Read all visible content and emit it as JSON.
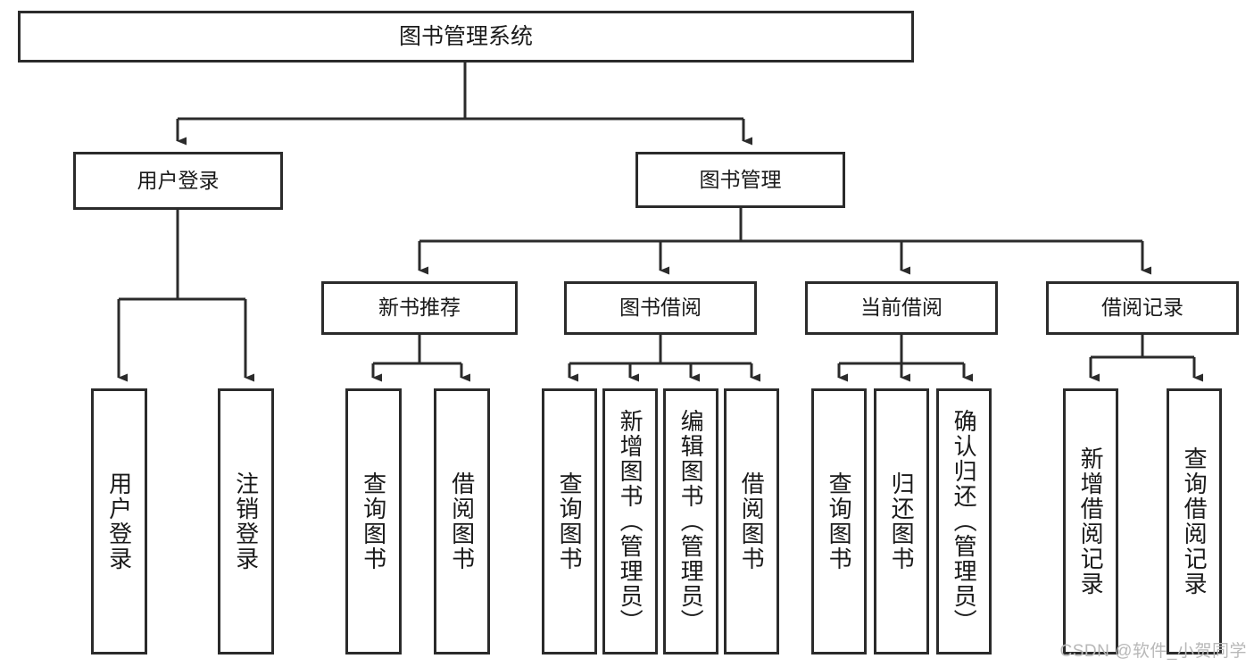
{
  "diagram": {
    "title": "图书管理系统",
    "type": "tree",
    "watermark": "CSDN @软件_小贺同学",
    "colors": {
      "box_border": "#2b2b2b",
      "connector": "#2b2b2b",
      "background": "#ffffff",
      "text": "#1a1a1a",
      "watermark": "#b8b8b8"
    },
    "root": {
      "label": "图书管理系统"
    },
    "level2": [
      {
        "label": "用户登录"
      },
      {
        "label": "图书管理"
      }
    ],
    "level3": [
      {
        "label": "新书推荐"
      },
      {
        "label": "图书借阅"
      },
      {
        "label": "当前借阅"
      },
      {
        "label": "借阅记录"
      }
    ],
    "leaves": {
      "user_login": [
        {
          "label": "用户登录"
        },
        {
          "label": "注销登录"
        }
      ],
      "new_book_recommend": [
        {
          "label": "查询图书"
        },
        {
          "label": "借阅图书"
        }
      ],
      "book_borrow": [
        {
          "label": "查询图书"
        },
        {
          "label": "新增图书（管理员）"
        },
        {
          "label": "编辑图书（管理员）"
        },
        {
          "label": "借阅图书"
        }
      ],
      "current_borrow": [
        {
          "label": "查询图书"
        },
        {
          "label": "归还图书"
        },
        {
          "label": "确认归还（管理员）"
        }
      ],
      "borrow_record": [
        {
          "label": "新增借阅记录"
        },
        {
          "label": "查询借阅记录"
        }
      ]
    }
  }
}
